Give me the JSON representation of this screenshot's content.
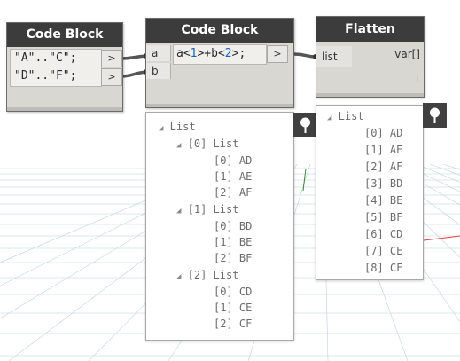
{
  "nodes": {
    "code_block_1": {
      "title": "Code Block",
      "lines": [
        "\"A\"..\"C\";",
        "\"D\"..\"F\";"
      ],
      "outputs": [
        ">",
        ">"
      ]
    },
    "code_block_2": {
      "title": "Code Block",
      "inputs": [
        "a",
        "b"
      ],
      "code_parts": [
        "a<",
        "1",
        ">+b<",
        "2",
        ">;"
      ],
      "output": ">"
    },
    "flatten": {
      "title": "Flatten",
      "input": "list",
      "output": "var[]",
      "lacing": "l"
    }
  },
  "preview_nested": {
    "root": "List",
    "groups": [
      {
        "label": "[0] List",
        "items": [
          {
            "index": "[0]",
            "value": "AD"
          },
          {
            "index": "[1]",
            "value": "AE"
          },
          {
            "index": "[2]",
            "value": "AF"
          }
        ]
      },
      {
        "label": "[1] List",
        "items": [
          {
            "index": "[0]",
            "value": "BD"
          },
          {
            "index": "[1]",
            "value": "BE"
          },
          {
            "index": "[2]",
            "value": "BF"
          }
        ]
      },
      {
        "label": "[2] List",
        "items": [
          {
            "index": "[0]",
            "value": "CD"
          },
          {
            "index": "[1]",
            "value": "CE"
          },
          {
            "index": "[2]",
            "value": "CF"
          }
        ]
      }
    ]
  },
  "preview_flat": {
    "root": "List",
    "items": [
      {
        "index": "[0]",
        "value": "AD"
      },
      {
        "index": "[1]",
        "value": "AE"
      },
      {
        "index": "[2]",
        "value": "AF"
      },
      {
        "index": "[3]",
        "value": "BD"
      },
      {
        "index": "[4]",
        "value": "BE"
      },
      {
        "index": "[5]",
        "value": "BF"
      },
      {
        "index": "[6]",
        "value": "CD"
      },
      {
        "index": "[7]",
        "value": "CE"
      },
      {
        "index": "[8]",
        "value": "CF"
      }
    ]
  },
  "icons": [
    "pin-icon",
    "collapse-triangle-icon"
  ],
  "colors": {
    "header": "#3c3c3c",
    "node_body": "#d8d7d2",
    "number": "#1a62b8",
    "grid": "#b9d2dc",
    "axis_red": "#e04040"
  }
}
